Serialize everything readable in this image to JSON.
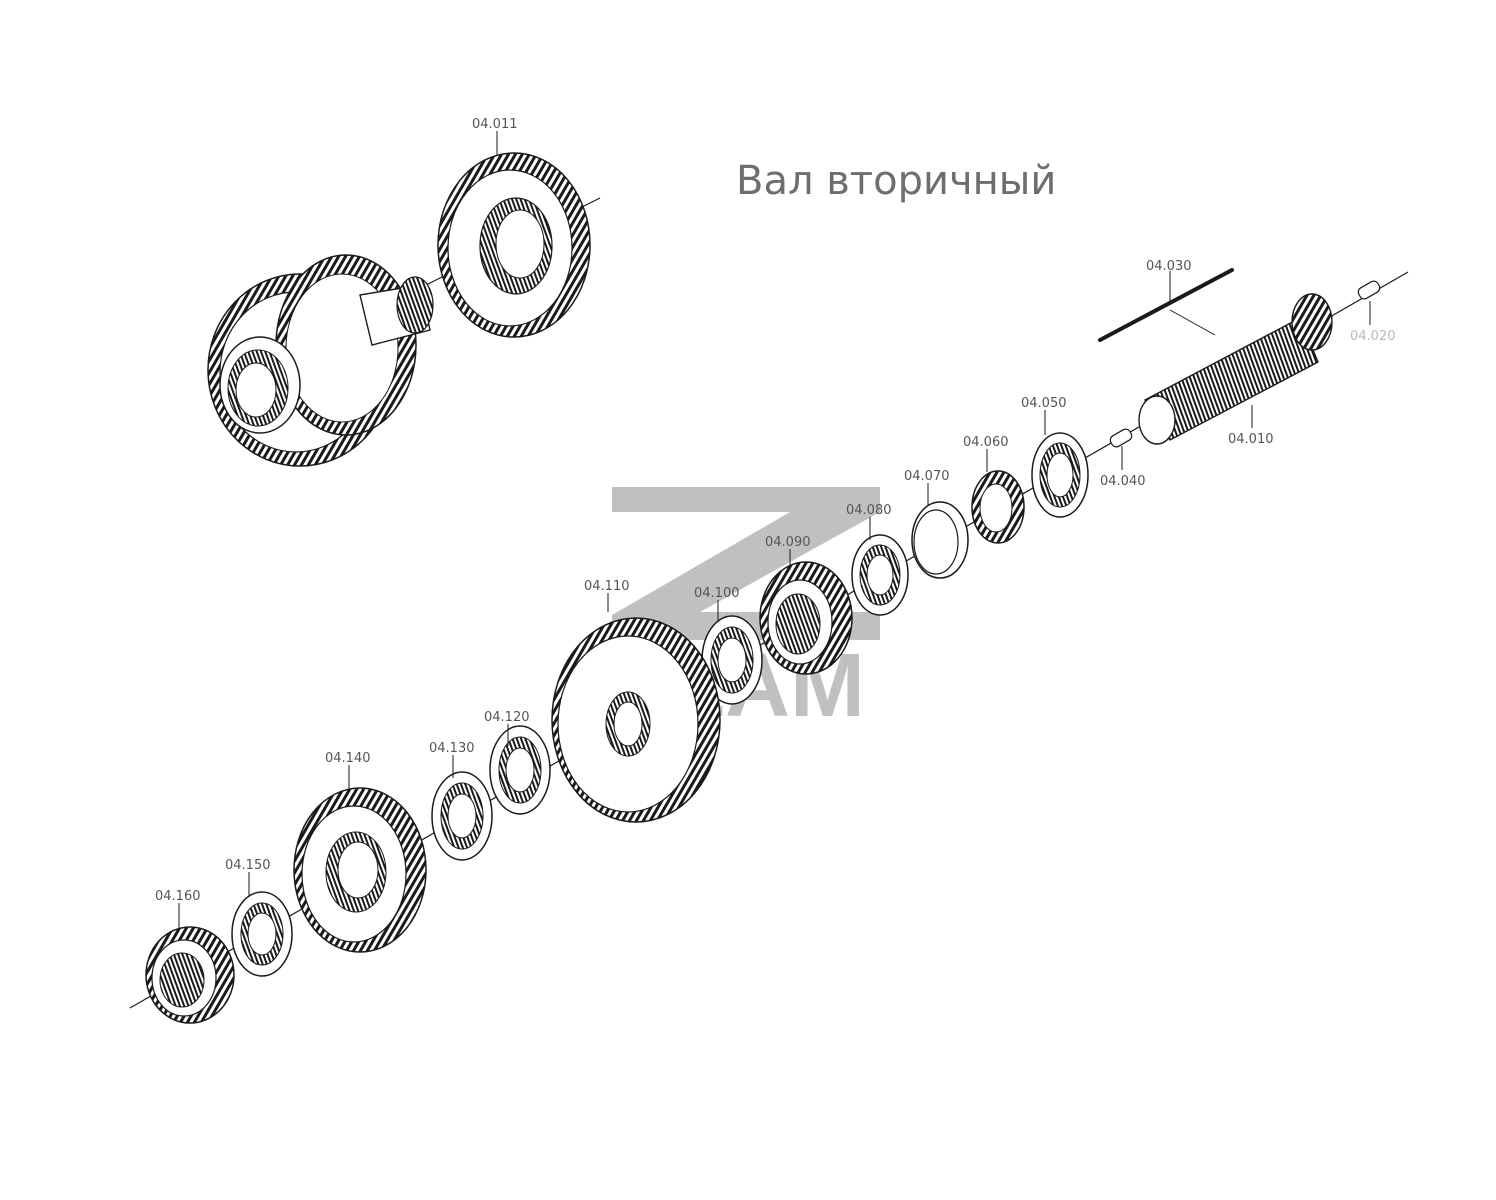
{
  "title": "Вал вторичный",
  "watermark": {
    "text": "ZAM",
    "color": "#bdbdbd"
  },
  "parts": [
    {
      "id": "04.011"
    },
    {
      "id": "04.030"
    },
    {
      "id": "04.020"
    },
    {
      "id": "04.010"
    },
    {
      "id": "04.040"
    },
    {
      "id": "04.050"
    },
    {
      "id": "04.060"
    },
    {
      "id": "04.070"
    },
    {
      "id": "04.080"
    },
    {
      "id": "04.090"
    },
    {
      "id": "04.100"
    },
    {
      "id": "04.110"
    },
    {
      "id": "04.120"
    },
    {
      "id": "04.130"
    },
    {
      "id": "04.140"
    },
    {
      "id": "04.150"
    },
    {
      "id": "04.160"
    }
  ],
  "colors": {
    "line": "#1a1a1a",
    "label": "#555555",
    "label_faint": "#b9b9b9"
  }
}
